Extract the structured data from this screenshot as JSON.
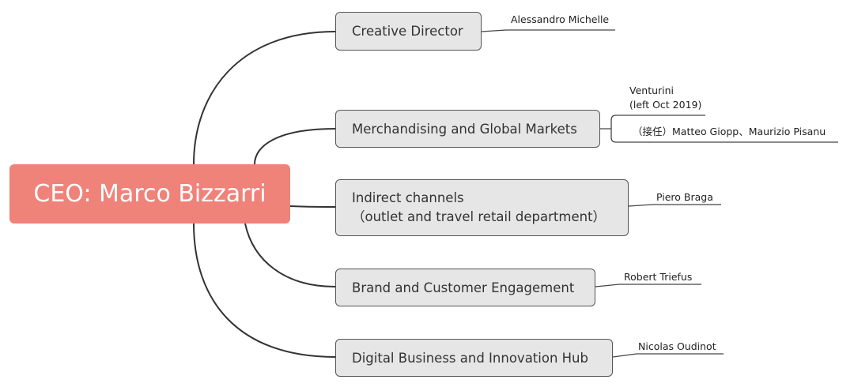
{
  "root": {
    "label": "CEO: Marco Bizzarri",
    "color": "#ef8279"
  },
  "branches": [
    {
      "label": "Creative Director",
      "people": [
        "Alessandro Michelle"
      ]
    },
    {
      "label": "Merchandising and Global Markets",
      "people": [
        "Venturini",
        "(left Oct 2019)",
        "（接任）Matteo Giopp、Maurizio Pisanu"
      ]
    },
    {
      "label_line1": "Indirect channels",
      "label_line2": "（outlet and travel retail department）",
      "people": [
        "Piero Braga"
      ]
    },
    {
      "label": "Brand and Customer Engagement",
      "people": [
        "Robert Triefus"
      ]
    },
    {
      "label": "Digital Business and Innovation Hub",
      "people": [
        "Nicolas Oudinot"
      ]
    }
  ],
  "colors": {
    "node_fill": "#e6e6e6",
    "node_border": "#555555",
    "connector": "#333333"
  }
}
